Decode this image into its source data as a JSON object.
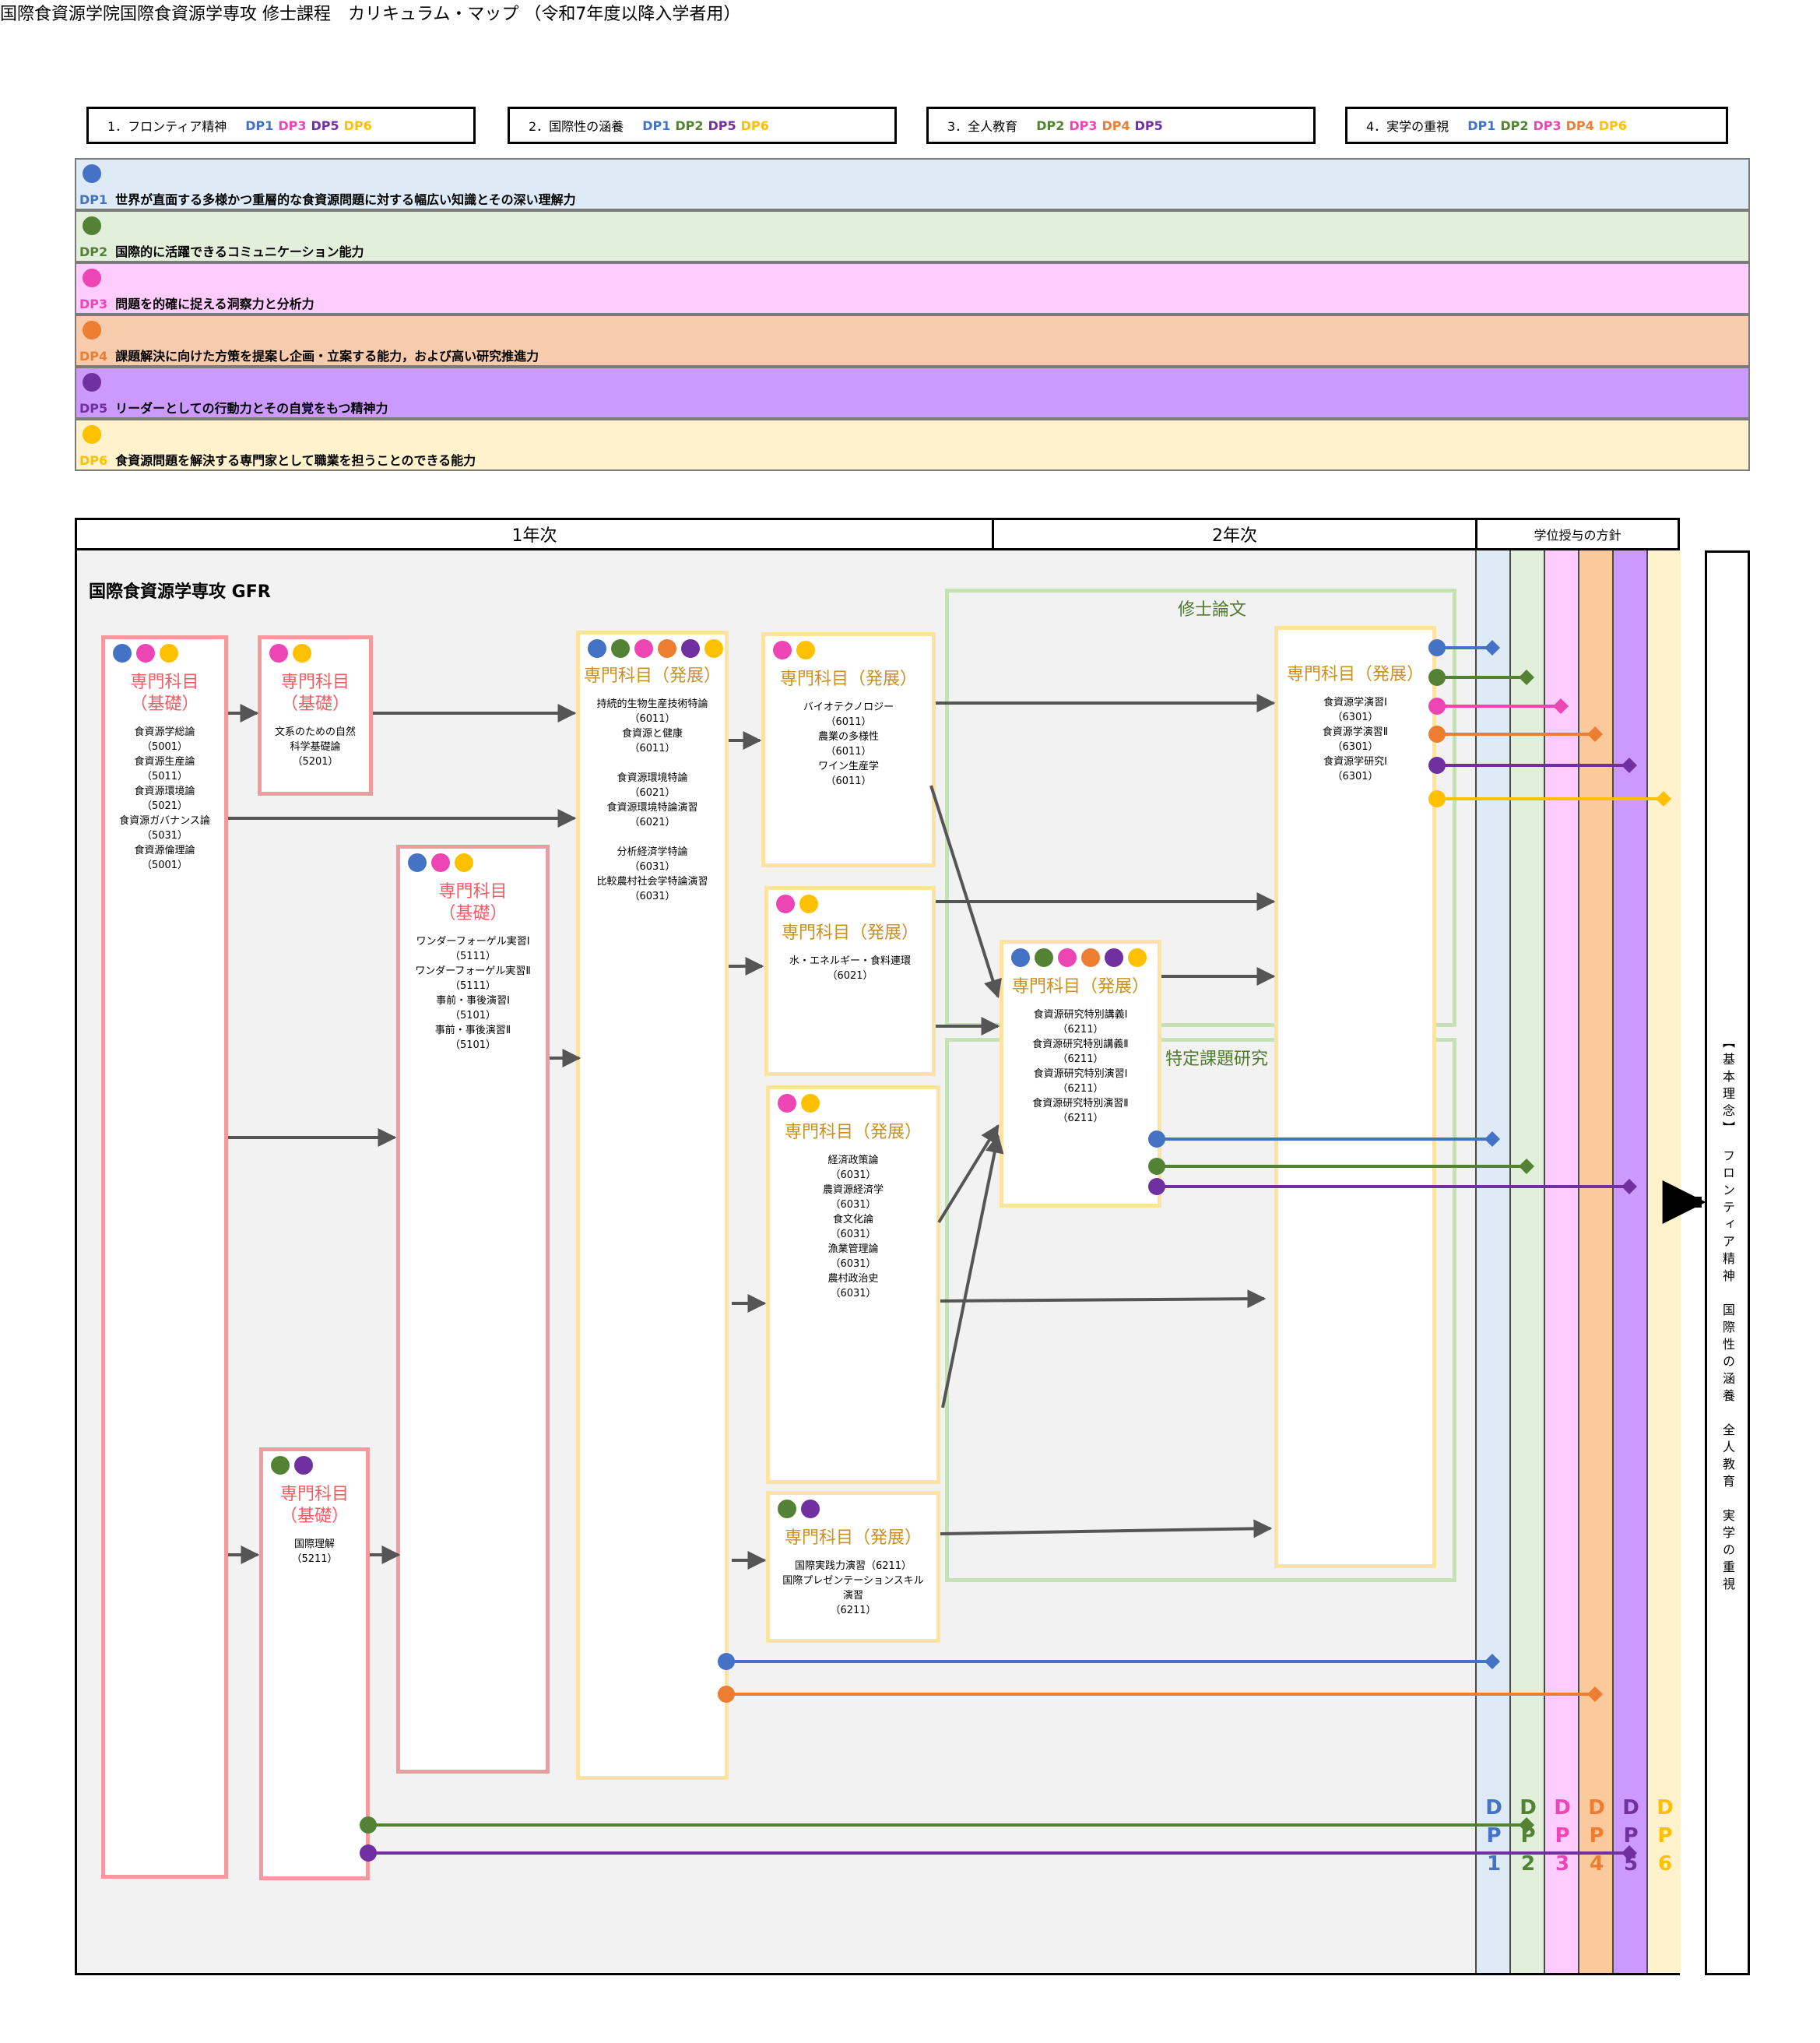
{
  "title": "国際食資源学院国際食資源学専攻 修士課程　カリキュラム・マップ （令和7年度以降入学者用）",
  "colors": {
    "dp1": "#4472c4",
    "dp2": "#548235",
    "dp3": "#ee45b5",
    "dp4": "#ed7d31",
    "dp5": "#7030a0",
    "dp6": "#ffc000"
  },
  "policies": [
    {
      "label": "1．フロンティア精神",
      "dps": [
        {
          "t": "DP1",
          "c": "dp1"
        },
        {
          "t": "DP3",
          "c": "dp3"
        },
        {
          "t": "DP5",
          "c": "dp5"
        },
        {
          "t": "DP6",
          "c": "dp6"
        }
      ]
    },
    {
      "label": "2．国際性の涵養",
      "dps": [
        {
          "t": "DP1",
          "c": "dp1"
        },
        {
          "t": "DP2",
          "c": "dp2"
        },
        {
          "t": "DP5",
          "c": "dp5"
        },
        {
          "t": "DP6",
          "c": "dp6"
        }
      ]
    },
    {
      "label": "3．全人教育",
      "dps": [
        {
          "t": "DP2",
          "c": "dp2"
        },
        {
          "t": "DP3",
          "c": "dp3"
        },
        {
          "t": "DP4",
          "c": "dp4"
        },
        {
          "t": "DP5",
          "c": "dp5"
        }
      ]
    },
    {
      "label": "4．実学の重視",
      "dps": [
        {
          "t": "DP1",
          "c": "dp1"
        },
        {
          "t": "DP2",
          "c": "dp2"
        },
        {
          "t": "DP3",
          "c": "dp3"
        },
        {
          "t": "DP4",
          "c": "dp4"
        },
        {
          "t": "DP6",
          "c": "dp6"
        }
      ]
    }
  ],
  "dp_bands": [
    {
      "code": "DP1",
      "text": "世界が直面する多様かつ重層的な食資源問題に対する幅広い知識とその深い理解力",
      "bg": "#deebf7",
      "c": "dp1"
    },
    {
      "code": "DP2",
      "text": "国際的に活躍できるコミュニケーション能力",
      "bg": "#e2efda",
      "c": "dp2"
    },
    {
      "code": "DP3",
      "text": "問題を的確に捉える洞察力と分析力",
      "bg": "#ffccff",
      "c": "dp3"
    },
    {
      "code": "DP4",
      "text": "課題解決に向けた方策を提案し企画・立案する能力，および高い研究推進力",
      "bg": "#f8cbad",
      "c": "dp4"
    },
    {
      "code": "DP5",
      "text": "リーダーとしての行動力とその自覚をもつ精神力",
      "bg": "#cc99ff",
      "c": "dp5"
    },
    {
      "code": "DP6",
      "text": "食資源問題を解決する専門家として職業を担うことのできる能力",
      "bg": "#fff2cc",
      "c": "dp6"
    }
  ],
  "header": {
    "year1": "1年次",
    "year2": "2年次",
    "policy": "学位授与の方針"
  },
  "program": "国際食資源学専攻 GFR",
  "dp_columns": [
    {
      "l1": "D",
      "l2": "P",
      "l3": "1",
      "bg": "#deebf7",
      "c": "dp1"
    },
    {
      "l1": "D",
      "l2": "P",
      "l3": "2",
      "bg": "#e2efda",
      "c": "dp2"
    },
    {
      "l1": "D",
      "l2": "P",
      "l3": "3",
      "bg": "#ffccff",
      "c": "dp3"
    },
    {
      "l1": "D",
      "l2": "P",
      "l3": "4",
      "bg": "#fbc99b",
      "c": "dp4"
    },
    {
      "l1": "D",
      "l2": "P",
      "l3": "5",
      "bg": "#cc99ff",
      "c": "dp5"
    },
    {
      "l1": "D",
      "l2": "P",
      "l3": "6",
      "bg": "#fff2cc",
      "c": "dp6"
    }
  ],
  "thesis": {
    "shushi": "修士論文",
    "tokutei": "特定課題研究"
  },
  "courses": {
    "basic1": {
      "title1": "専門科目",
      "title2": "（基礎）",
      "dots": [
        "dp1",
        "dp3",
        "dp6"
      ],
      "items": [
        "食資源学総論",
        "（5001）",
        "食資源生産論",
        "（5011）",
        "食資源環境論",
        "（5021）",
        "食資源ガバナンス論",
        "（5031）",
        "食資源倫理論",
        "（5001）"
      ]
    },
    "basic2": {
      "title1": "専門科目",
      "title2": "（基礎）",
      "dots": [
        "dp3",
        "dp6"
      ],
      "items": [
        "文系のための自然",
        "科学基礎論",
        "（5201）"
      ]
    },
    "basic3": {
      "title1": "専門科目",
      "title2": "（基礎）",
      "dots": [
        "dp1",
        "dp3",
        "dp6"
      ],
      "items": [
        "ワンダーフォーゲル実習Ⅰ",
        "（5111）",
        "ワンダーフォーゲル実習Ⅱ",
        "（5111）",
        "事前・事後演習Ⅰ",
        "（5101）",
        "事前・事後演習Ⅱ",
        "（5101）"
      ]
    },
    "basic4": {
      "title1": "専門科目",
      "title2": "（基礎）",
      "dots": [
        "dp2",
        "dp5"
      ],
      "items": [
        "国際理解",
        "（5211）"
      ]
    },
    "adv1": {
      "title": "専門科目（発展）",
      "dots": [
        "dp1",
        "dp2",
        "dp3",
        "dp4",
        "dp5",
        "dp6"
      ],
      "items": [
        "持続的生物生産技術特論",
        "（6011）",
        "食資源と健康",
        "（6011）",
        "",
        "食資源環境特論",
        "（6021）",
        "食資源環境特論演習",
        "（6021）",
        "",
        "分析経済学特論",
        "（6031）",
        "比較農村社会学特論演習",
        "（6031）"
      ]
    },
    "adv2": {
      "title": "専門科目（発展）",
      "dots": [
        "dp3",
        "dp6"
      ],
      "items": [
        "バイオテクノロジー",
        "（6011）",
        "農業の多様性",
        "（6011）",
        "ワイン生産学",
        "（6011）"
      ]
    },
    "adv3": {
      "title": "専門科目（発展）",
      "dots": [
        "dp3",
        "dp6"
      ],
      "items": [
        "水・エネルギー・食料連環",
        "（6021）"
      ]
    },
    "adv4": {
      "title": "専門科目（発展）",
      "dots": [
        "dp3",
        "dp6"
      ],
      "items": [
        "経済政策論",
        "（6031）",
        "農資源経済学",
        "（6031）",
        "食文化論",
        "（6031）",
        "漁業管理論",
        "（6031）",
        "農村政治史",
        "（6031）"
      ]
    },
    "adv5": {
      "title": "専門科目（発展）",
      "dots": [
        "dp2",
        "dp5"
      ],
      "items": [
        "国際実践力演習（6211）",
        "国際プレゼンテーションスキル",
        "演習",
        "（6211）"
      ]
    },
    "adv6": {
      "title": "専門科目（発展）",
      "dots": [
        "dp1",
        "dp2",
        "dp3",
        "dp4",
        "dp5",
        "dp6"
      ],
      "items": [
        "食資源研究特別講義Ⅰ",
        "（6211）",
        "食資源研究特別講義Ⅱ",
        "（6211）",
        "食資源研究特別演習Ⅰ",
        "（6211）",
        "食資源研究特別演習Ⅱ",
        "（6211）"
      ]
    },
    "adv7": {
      "title": "専門科目（発展）",
      "dots": [],
      "items": [
        "食資源学演習Ⅰ",
        "（6301）",
        "食資源学演習Ⅱ",
        "（6301）",
        "食資源学研究Ⅰ",
        "（6301）"
      ]
    }
  },
  "kihon": "【基本理念】　フロンティア精神　国際性の涵養　全人教育　実学の重視"
}
